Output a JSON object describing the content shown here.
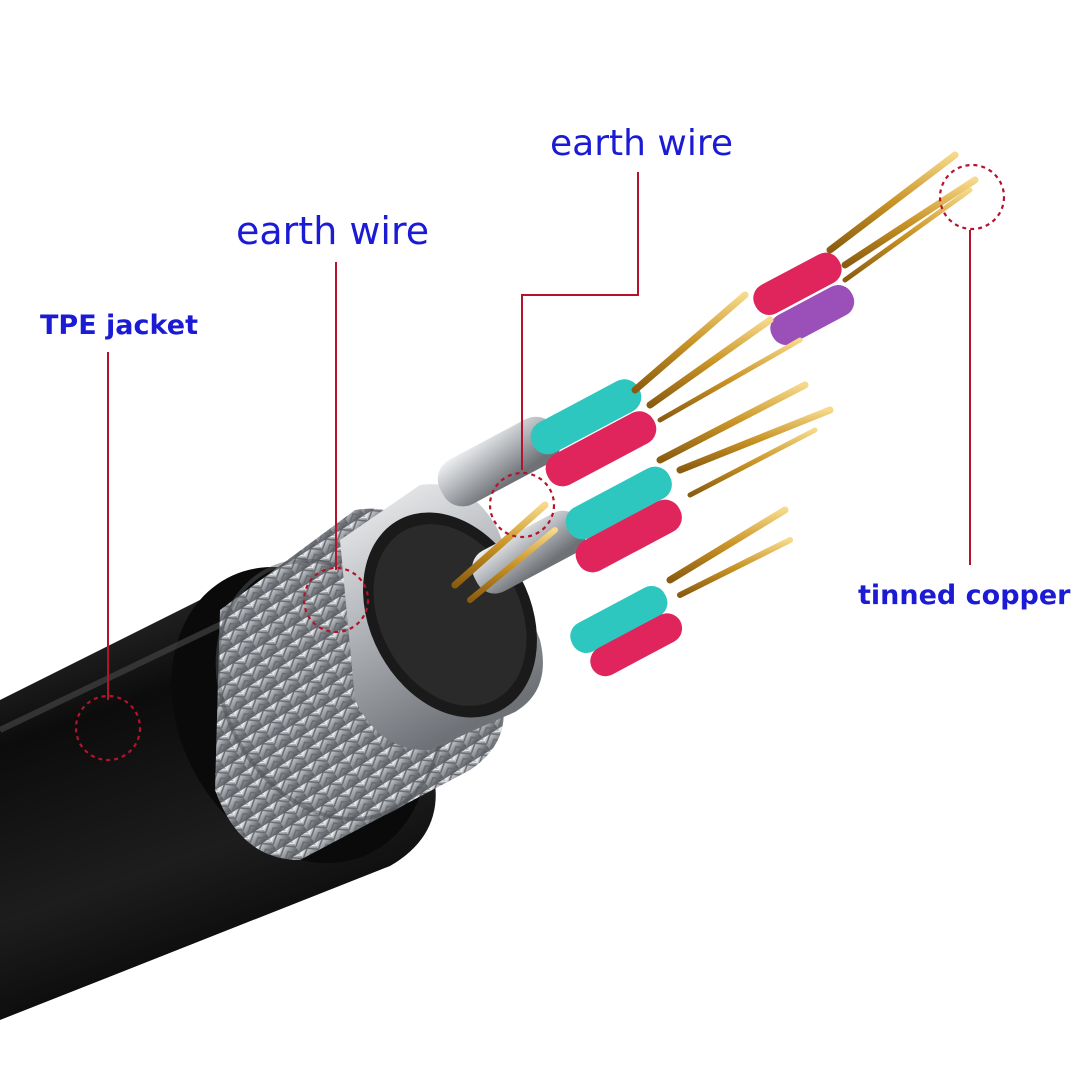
{
  "labels": {
    "tpe_jacket": "TPE jacket",
    "earth_wire_braid": "earth wire",
    "earth_wire_drain": "earth wire",
    "tinned_copper": "tinned copper"
  },
  "colors": {
    "label_text": "#1b1bd6",
    "leader_line": "#b5122b",
    "jacket": "#151515",
    "braid": "#b9bcc0",
    "foil": "#d9dbde",
    "conductor": "#d4a53c",
    "insulation_teal": "#2ec7bf",
    "insulation_red": "#e0245c",
    "insulation_purple": "#9b4fb8"
  }
}
